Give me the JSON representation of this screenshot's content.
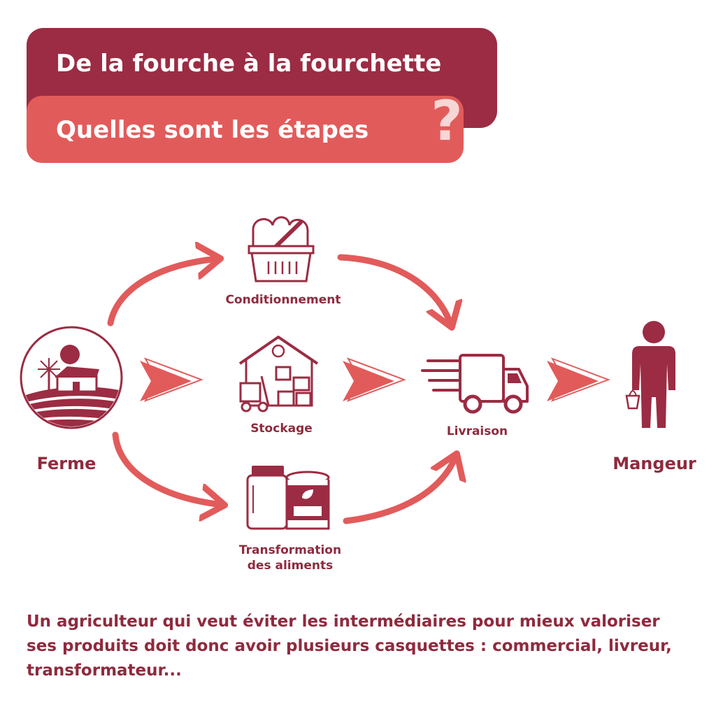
{
  "header": {
    "title": "De la fourche à la fourchette",
    "subtitle": "Quelles sont les étapes",
    "question_mark": "?"
  },
  "colors": {
    "dark_red": "#9b2c43",
    "coral": "#e25b5b",
    "text": "#8f2a3e",
    "pale_pink": "#f7d6d6"
  },
  "nodes": {
    "farm": {
      "label": "Ferme",
      "icon": "farm-icon"
    },
    "packaging": {
      "label": "Conditionnement",
      "icon": "basket-icon"
    },
    "storage": {
      "label": "Stockage",
      "icon": "warehouse-icon"
    },
    "processing": {
      "label_line1": "Transformation",
      "label_line2": "des aliments",
      "icon": "jars-icon"
    },
    "delivery": {
      "label": "Livraison",
      "icon": "truck-icon"
    },
    "eater": {
      "label": "Mangeur",
      "icon": "person-with-basket-icon"
    }
  },
  "edges": [
    {
      "from": "farm",
      "to": "packaging",
      "style": "curved-arrow"
    },
    {
      "from": "farm",
      "to": "storage",
      "style": "chevron"
    },
    {
      "from": "farm",
      "to": "processing",
      "style": "curved-arrow"
    },
    {
      "from": "packaging",
      "to": "delivery",
      "style": "curved-arrow"
    },
    {
      "from": "storage",
      "to": "delivery",
      "style": "chevron"
    },
    {
      "from": "processing",
      "to": "delivery",
      "style": "curved-arrow"
    },
    {
      "from": "delivery",
      "to": "eater",
      "style": "chevron"
    }
  ],
  "description": "Un agriculteur qui veut éviter les intermédiaires pour mieux valoriser ses produits doit donc avoir plusieurs casquettes : commercial, livreur, transformateur..."
}
